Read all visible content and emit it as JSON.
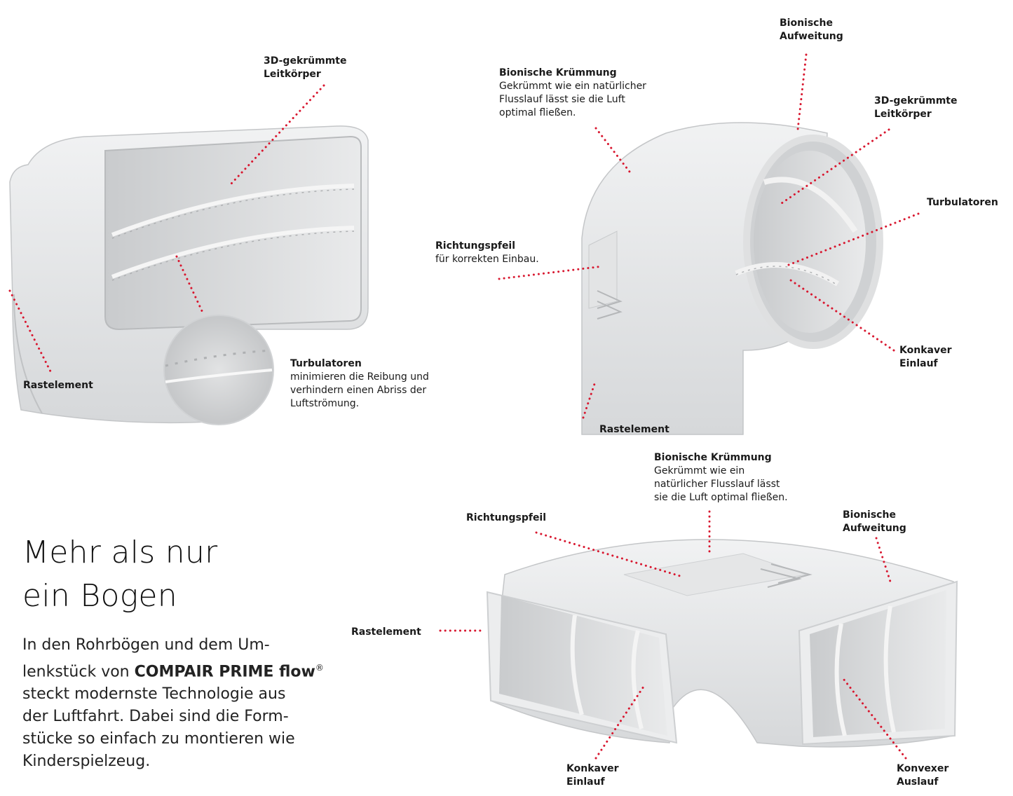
{
  "accent_color": "#d8172f",
  "left_figure": {
    "label_guide_top": [
      "3D-gekrümmte",
      "Leitkörper"
    ],
    "label_rast": "Rastelement",
    "label_turb": {
      "title": "Turbulatoren",
      "lines": [
        "minimieren die Reibung und",
        "verhindern einen Abriss der",
        "Luftströmung."
      ]
    }
  },
  "right_figure": {
    "label_bionic_widen": [
      "Bionische",
      "Aufweitung"
    ],
    "label_bionic_curve": {
      "title": "Bionische Krümmung",
      "lines": [
        "Gekrümmt wie ein natürlicher",
        "Flusslauf lässt sie die Luft",
        "optimal fließen."
      ]
    },
    "label_guide": [
      "3D-gekrümmte",
      "Leitkörper"
    ],
    "label_turb": "Turbulatoren",
    "label_arrow": {
      "title": "Richtungspfeil",
      "line": "für korrekten Einbau."
    },
    "label_concave": [
      "Konkaver",
      "Einlauf"
    ],
    "label_rast": "Rastelement"
  },
  "bottom_figure": {
    "label_bionic_curve": {
      "title": "Bionische Krümmung",
      "lines": [
        "Gekrümmt wie ein",
        "natürlicher Flusslauf lässt",
        "sie die Luft optimal fließen."
      ]
    },
    "label_arrow": "Richtungspfeil",
    "label_bionic_widen": [
      "Bionische",
      "Aufweitung"
    ],
    "label_rast": "Rastelement",
    "label_concave": [
      "Konkaver",
      "Einlauf"
    ],
    "label_convex": [
      "Konvexer",
      "Auslauf"
    ]
  },
  "headline": [
    "Mehr als nur",
    "ein Bogen"
  ],
  "body": {
    "line1": "In den Rohrbögen und dem Um-",
    "line2_pre": "lenkstück von ",
    "brand": "COMPAIR PRIME flow",
    "reg": "®",
    "line3": "steckt modernste Technologie aus",
    "line4": "der Luftfahrt. Dabei sind die Form-",
    "line5": "stücke so einfach zu montieren wie",
    "line6": "Kinderspielzeug."
  }
}
